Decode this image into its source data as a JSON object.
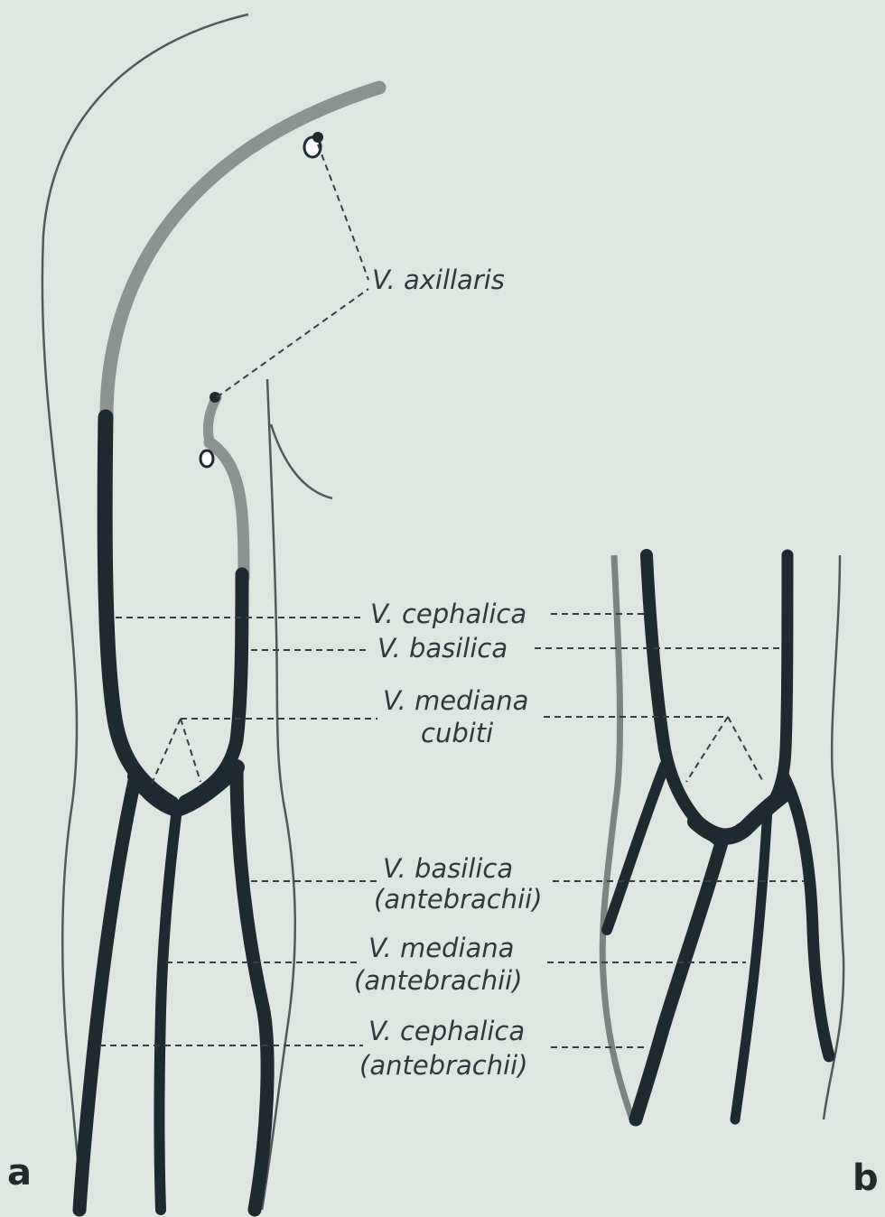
{
  "labels": {
    "axillaris": "V. axillaris",
    "cephalica": "V. cephalica",
    "basilica": "V. basilica",
    "mediana_cubiti_1": "V. mediana",
    "mediana_cubiti_2": "cubiti",
    "basilica_ante_1": "V. basilica",
    "basilica_ante_2": "(antebrachii)",
    "mediana_ante_1": "V. mediana",
    "mediana_ante_2": "(antebrachii)",
    "cephalica_ante_1": "V. cephalica",
    "cephalica_ante_2": "(antebrachii)"
  },
  "panels": {
    "a": "a",
    "b": "b"
  },
  "colors": {
    "background": "#dfe6e2",
    "vein_dark": "#1e2a30",
    "vein_grey": "#8c9290"
  }
}
